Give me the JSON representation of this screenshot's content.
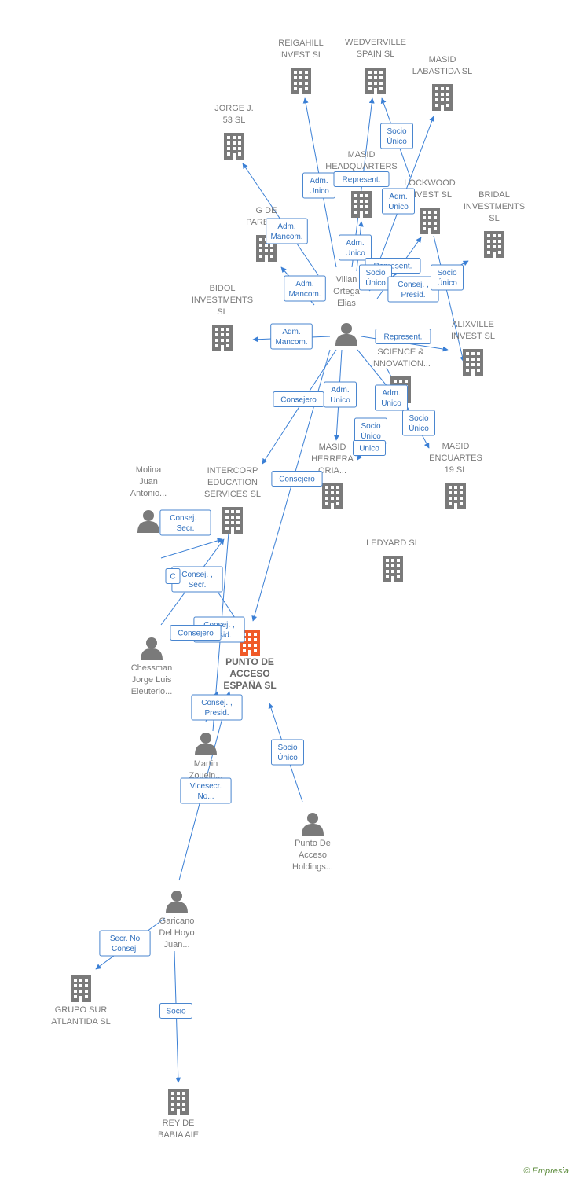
{
  "nodes": [
    {
      "id": "reigahill",
      "type": "company",
      "label": [
        "REIGAHILL",
        "INVEST  SL"
      ]
    },
    {
      "id": "wedverville",
      "type": "company",
      "label": [
        "WEDVERVILLE",
        "SPAIN  SL"
      ]
    },
    {
      "id": "masid_labastida",
      "type": "company",
      "label": [
        "MASID",
        "LABASTIDA  SL"
      ]
    },
    {
      "id": "jorge",
      "type": "company",
      "label": [
        "JORGE J.",
        "53  SL"
      ]
    },
    {
      "id": "masid_hq",
      "type": "company",
      "label": [
        "MASID",
        "HEADQUARTERS"
      ]
    },
    {
      "id": "lockwood",
      "type": "company",
      "label": [
        "LOCKWOOD",
        "INVEST  SL"
      ]
    },
    {
      "id": "bridal",
      "type": "company",
      "label": [
        "BRIDAL",
        "INVESTMENTS",
        "SL"
      ]
    },
    {
      "id": "paredes",
      "type": "company",
      "label": [
        "G DE",
        "PAREDES"
      ]
    },
    {
      "id": "bidol",
      "type": "company",
      "label": [
        "BIDOL",
        "INVESTMENTS",
        "SL"
      ]
    },
    {
      "id": "alixville",
      "type": "company",
      "label": [
        "ALIXVILLE",
        "INVEST  SL"
      ]
    },
    {
      "id": "science",
      "type": "company",
      "label": [
        "SCIENCE &",
        "INNOVATION..."
      ]
    },
    {
      "id": "masid_encuartes",
      "type": "company",
      "label": [
        "MASID",
        "ENCUARTES",
        "19  SL"
      ]
    },
    {
      "id": "masid_herrera",
      "type": "company",
      "label": [
        "MASID",
        "HERRERA",
        "ORIA..."
      ]
    },
    {
      "id": "intercorp",
      "type": "company",
      "label": [
        "INTERCORP",
        "EDUCATION",
        "SERVICES  SL"
      ]
    },
    {
      "id": "ledyard",
      "type": "company",
      "label": [
        "LEDYARD  SL"
      ]
    },
    {
      "id": "punto",
      "type": "main",
      "label": [
        "PUNTO DE",
        "ACCESO",
        "ESPAÑA  SL"
      ]
    },
    {
      "id": "grupo_sur",
      "type": "company",
      "label": [
        "GRUPO SUR",
        "ATLANTIDA  SL"
      ]
    },
    {
      "id": "rey_babia",
      "type": "company",
      "label": [
        "REY DE",
        "BABIA AIE"
      ]
    },
    {
      "id": "villan",
      "type": "person",
      "label": [
        "Villan",
        "Ortega",
        "Elias"
      ]
    },
    {
      "id": "molina",
      "type": "person",
      "label": [
        "Molina",
        "Juan",
        "Antonio..."
      ]
    },
    {
      "id": "chessman",
      "type": "person",
      "label": [
        "Chessman",
        "Jorge Luis",
        "Eleuterio..."
      ]
    },
    {
      "id": "martin",
      "type": "person",
      "label": [
        "Martin",
        "Zouein..."
      ]
    },
    {
      "id": "punto_holdings",
      "type": "person",
      "label": [
        "Punto De",
        "Acceso",
        "Holdings..."
      ]
    },
    {
      "id": "garicano",
      "type": "person",
      "label": [
        "Garicano",
        "Del Hoyo",
        "Juan..."
      ]
    }
  ],
  "edges": [
    {
      "label": [
        "Adm.",
        "Unico"
      ]
    },
    {
      "label": [
        "Represent."
      ]
    },
    {
      "label": [
        "Socio",
        "Único"
      ]
    },
    {
      "label": [
        "Adm.",
        "Unico"
      ]
    },
    {
      "label": [
        "Adm.",
        "Mancom."
      ]
    },
    {
      "label": [
        "Adm.",
        "Unico"
      ]
    },
    {
      "label": [
        "Represent."
      ]
    },
    {
      "label": [
        "Adm.",
        "Mancom."
      ]
    },
    {
      "label": [
        "Socio",
        "Único"
      ]
    },
    {
      "label": [
        "Consej. ,",
        "Presid."
      ]
    },
    {
      "label": [
        "Socio",
        "Único"
      ]
    },
    {
      "label": [
        "Adm.",
        "Mancom."
      ]
    },
    {
      "label": [
        "Represent."
      ]
    },
    {
      "label": [
        "Consejero"
      ]
    },
    {
      "label": [
        "Adm.",
        "Unico"
      ]
    },
    {
      "label": [
        "Adm.",
        "Unico"
      ]
    },
    {
      "label": [
        "Socio",
        "Único"
      ]
    },
    {
      "label": [
        "Socio",
        "Único"
      ]
    },
    {
      "label": [
        "Unico"
      ]
    },
    {
      "label": [
        "Consejero"
      ]
    },
    {
      "label": [
        "Consej. ,",
        "Secr."
      ]
    },
    {
      "label": [
        "Consej. ,",
        "Secr."
      ]
    },
    {
      "label": [
        "C"
      ]
    },
    {
      "label": [
        "Consej. ,",
        "Presid."
      ]
    },
    {
      "label": [
        "Consejero"
      ]
    },
    {
      "label": [
        "Consej. ,",
        "Presid."
      ]
    },
    {
      "label": [
        "Vicesecr.",
        "No..."
      ]
    },
    {
      "label": [
        "Socio",
        "Único"
      ]
    },
    {
      "label": [
        "Secr.  No",
        "Consej."
      ]
    },
    {
      "label": [
        "Socio"
      ]
    }
  ],
  "footer": {
    "copyright": "©",
    "brand": "Empresia"
  },
  "colors": {
    "edge": "#3a7fd5",
    "node": "#7a7a7a",
    "main": "#f05a28"
  }
}
